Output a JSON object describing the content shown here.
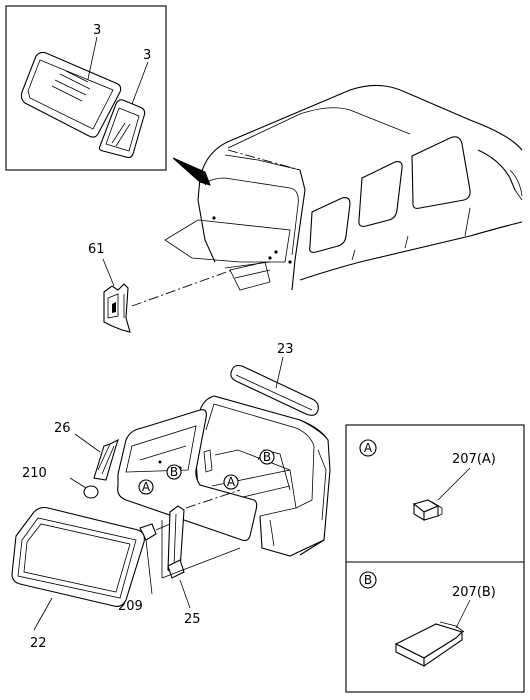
{
  "callouts": {
    "part_3_a": "3",
    "part_3_b": "3",
    "part_61": "61",
    "part_23": "23",
    "part_26": "26",
    "part_210": "210",
    "part_209": "209",
    "part_25": "25",
    "part_22": "22"
  },
  "markers": {
    "a_on_door": "A",
    "b_on_door": "B",
    "a_on_body": "A",
    "b_on_body": "B"
  },
  "detail_panel": {
    "a": {
      "marker": "A",
      "part_label": "207(A)"
    },
    "b": {
      "marker": "B",
      "part_label": "207(B)"
    }
  }
}
